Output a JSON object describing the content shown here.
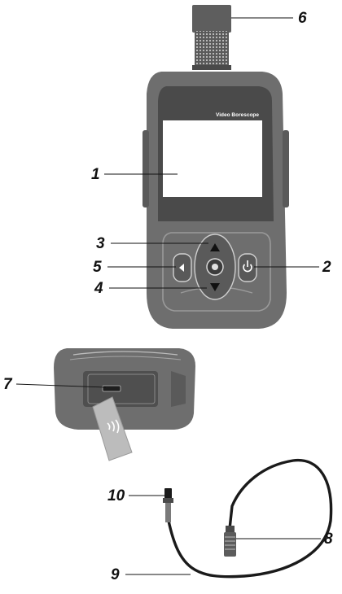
{
  "device": {
    "brand_text": "Video Borescope"
  },
  "callouts": [
    {
      "id": "1",
      "label": "1"
    },
    {
      "id": "2",
      "label": "2"
    },
    {
      "id": "3",
      "label": "3"
    },
    {
      "id": "4",
      "label": "4"
    },
    {
      "id": "5",
      "label": "5"
    },
    {
      "id": "6",
      "label": "6"
    },
    {
      "id": "7",
      "label": "7"
    },
    {
      "id": "8",
      "label": "8"
    },
    {
      "id": "9",
      "label": "9"
    },
    {
      "id": "10",
      "label": "10"
    }
  ],
  "icons": {
    "power_button": "power-icon",
    "back_button": "back-arrow-icon",
    "nav_up": "triangle-up-icon",
    "nav_down": "triangle-down-icon",
    "usb_port": "usb-port-icon",
    "memory_card": "sd-card-icon"
  },
  "colors": {
    "body": "#6e6e6e",
    "body_dark": "#4a4a4a",
    "screen": "#ffffff",
    "line": "#111111"
  }
}
